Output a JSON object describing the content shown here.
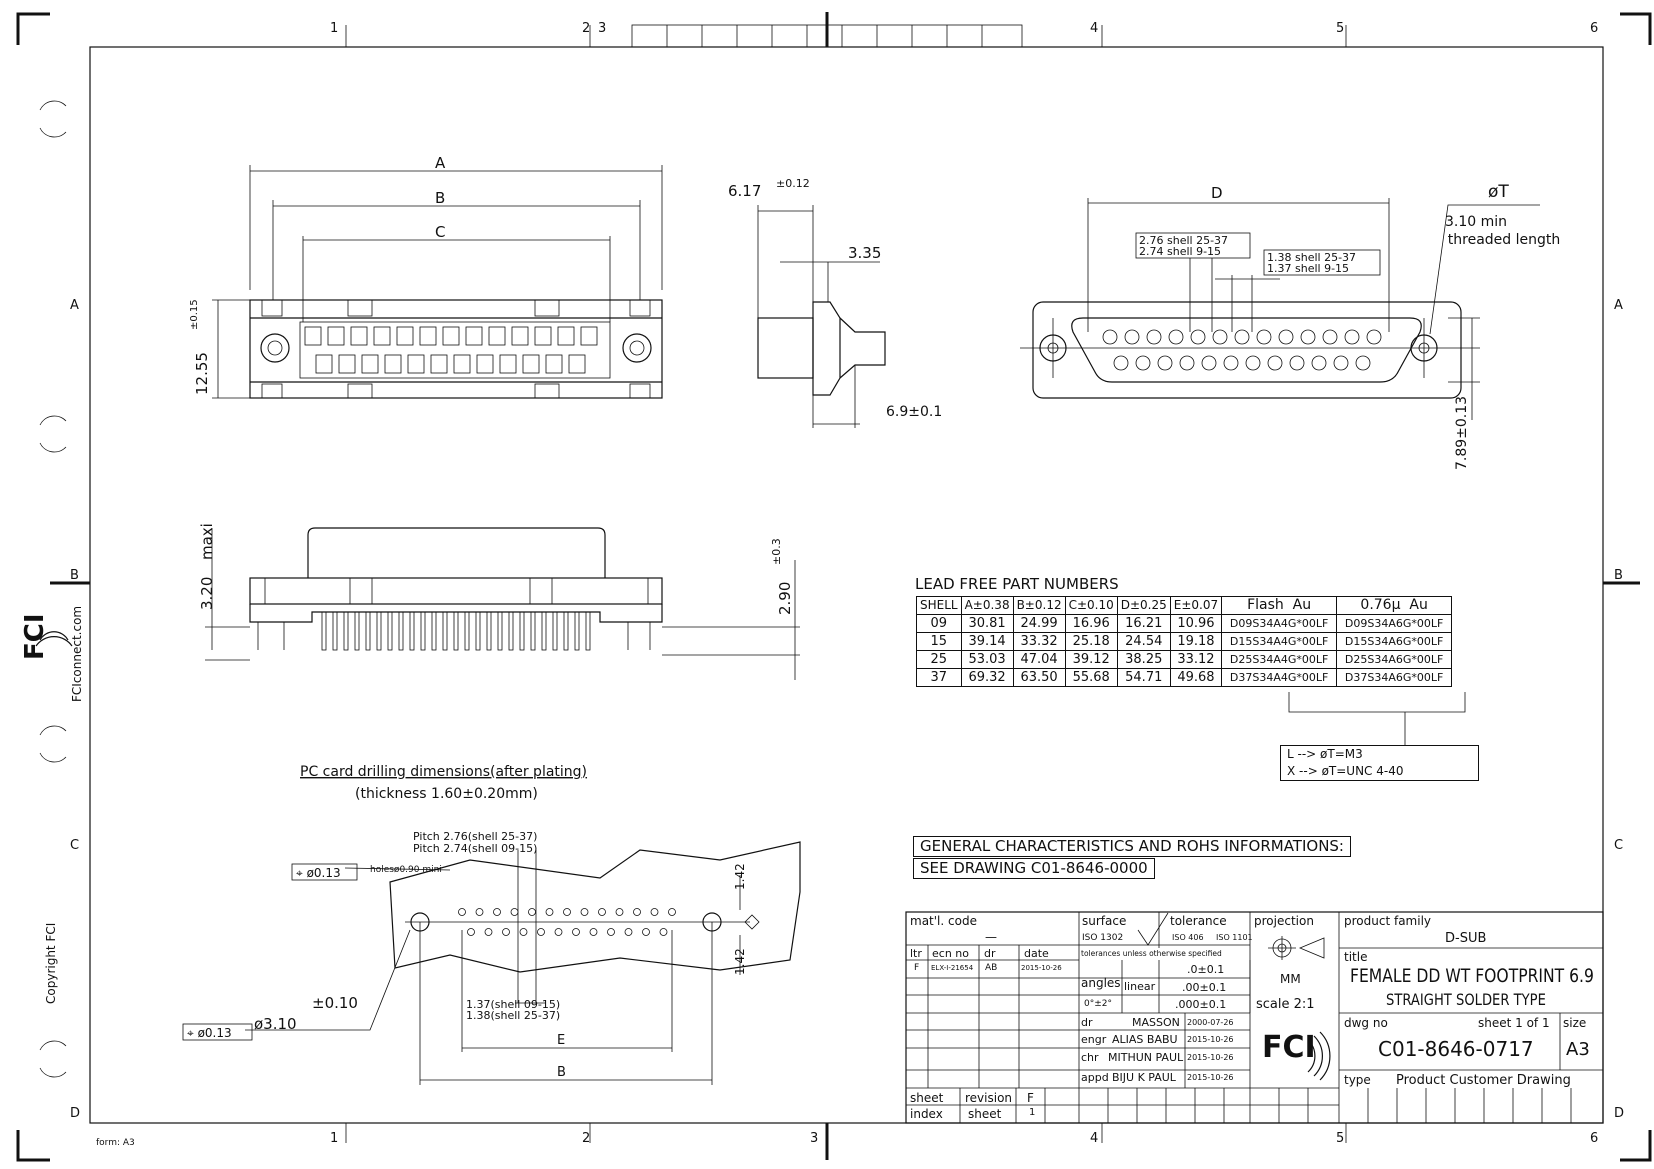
{
  "frame": {
    "cols_top": [
      "1",
      "2",
      "3",
      "4",
      "5",
      "6"
    ],
    "cols_bottom": [
      "1",
      "2",
      "3",
      "4",
      "5",
      "6"
    ],
    "rows": [
      "A",
      "B",
      "C",
      "D"
    ],
    "form_label": "form: A3",
    "side_website": "FCIconnect.com",
    "side_copyright": "Copyright FCI",
    "side_logo": "FCI"
  },
  "front_view": {
    "dim_a": "A",
    "dim_b": "B",
    "dim_c": "C",
    "height_value": "12.55",
    "height_tol": "±0.15"
  },
  "side_view": {
    "d1_value": "6.17",
    "d1_tol": "±0.12",
    "d2": "3.35",
    "d3": "6.9±0.1"
  },
  "face_view": {
    "dim_d": "D",
    "dim_t": "øT",
    "threaded_1": "3.10 min",
    "threaded_2": "threaded length",
    "pitch_a1": "2.76 shell 25-37",
    "pitch_a2": "2.74 shell 9-15",
    "pitch_b1": "1.38 shell 25-37",
    "pitch_b2": "1.37 shell 9-15",
    "vert_dim": "7.89±0.13"
  },
  "bottom_view": {
    "left_value": "3.20",
    "left_label": "maxi",
    "right_value": "2.90",
    "right_tol": "±0.3"
  },
  "parts_table": {
    "caption": "LEAD FREE PART NUMBERS",
    "headers": [
      "SHELL",
      "A±0.38",
      "B±0.12",
      "C±0.10",
      "D±0.25",
      "E±0.07",
      "Flash  Au",
      "0.76μ  Au"
    ],
    "rows": [
      [
        "09",
        "30.81",
        "24.99",
        "16.96",
        "16.21",
        "10.96",
        "D09S34A4G*00LF",
        "D09S34A6G*00LF"
      ],
      [
        "15",
        "39.14",
        "33.32",
        "25.18",
        "24.54",
        "19.18",
        "D15S34A4G*00LF",
        "D15S34A6G*00LF"
      ],
      [
        "25",
        "53.03",
        "47.04",
        "39.12",
        "38.25",
        "33.12",
        "D25S34A4G*00LF",
        "D25S34A6G*00LF"
      ],
      [
        "37",
        "69.32",
        "63.50",
        "55.68",
        "54.71",
        "49.68",
        "D37S34A4G*00LF",
        "D37S34A6G*00LF"
      ]
    ],
    "legend_1": "L --> øT=M3",
    "legend_2": "X --> øT=UNC 4-40"
  },
  "drilling": {
    "title": "PC card drilling dimensions(after plating)",
    "thickness": "(thickness 1.60±0.20mm)",
    "pitch_1": "Pitch 2.76(shell 25-37)",
    "pitch_2": "Pitch 2.74(shell 09-15)",
    "holes": "holesø0.90 mini",
    "tol_frame_1": "⌖ ø0.13",
    "tol_frame_2": "⌖ ø0.13",
    "dia": "ø3.10",
    "dia_tol": "±0.10",
    "half_1": "1.37(shell 09-15)",
    "half_2": "1.38(shell 25-37)",
    "dim_e": "E",
    "dim_b": "B",
    "v1": "1.42",
    "v2": "1.42"
  },
  "general": {
    "line_1": "GENERAL CHARACTERISTICS AND ROHS INFORMATIONS:",
    "line_2": "SEE DRAWING C01-8646-0000"
  },
  "title_block": {
    "matl_label": "mat'l. code",
    "matl_value": "—",
    "surface_label": "surface",
    "surface_std": "ISO 1302",
    "tolerance_label": "tolerance",
    "tol_std_1": "ISO 406",
    "tol_std_2": "ISO 1101",
    "projection_label": "projection",
    "product_family_label": "product family",
    "product_family": "D-SUB",
    "rev_headers": [
      "ltr",
      "ecn no",
      "dr",
      "date"
    ],
    "rev_row": [
      "F",
      "ELX-I-21654",
      "AB",
      "2015-10-26"
    ],
    "tol_note": "tolerances unless otherwise specified",
    "angles_label": "angles",
    "angles_value": "0°±2°",
    "linear_label": "linear",
    "linear_values": [
      ".0±0.1",
      ".00±0.1",
      ".000±0.1"
    ],
    "units": "MM",
    "scale": "scale 2:1",
    "title_label": "title",
    "title_1": "FEMALE DD WT FOOTPRINT 6.9",
    "title_2": "STRAIGHT SOLDER TYPE",
    "people": [
      [
        "dr",
        "MASSON",
        "2000-07-26"
      ],
      [
        "engr",
        "ALIAS BABU",
        "2015-10-26"
      ],
      [
        "chr",
        "MITHUN PAUL",
        "2015-10-26"
      ],
      [
        "appd",
        "BIJU K PAUL",
        "2015-10-26"
      ]
    ],
    "logo": "FCI",
    "dwg_label": "dwg no",
    "sheet_of": "sheet 1 of 1",
    "size_label": "size",
    "dwg_no": "C01-8646-0717",
    "size": "A3",
    "type_label": "type",
    "type_value": "Product Customer Drawing",
    "sheet_label": "sheet",
    "index_label": "index",
    "revision_label": "revision",
    "revision_value": "F",
    "sheet2_label": "sheet",
    "sheet2_value": "1"
  }
}
